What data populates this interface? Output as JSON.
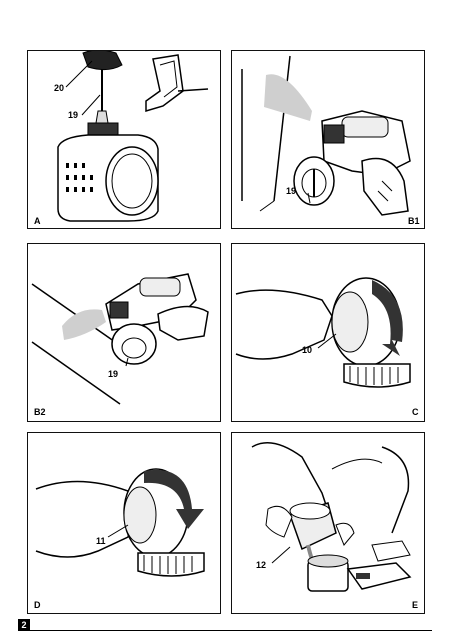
{
  "panels": {
    "a": {
      "label": "A",
      "callouts": [
        "20",
        "19"
      ]
    },
    "b1": {
      "label": "B1",
      "callouts": [
        "19"
      ]
    },
    "b2": {
      "label": "B2",
      "callouts": [
        "19"
      ]
    },
    "c": {
      "label": "C",
      "callouts": [
        "10"
      ]
    },
    "d": {
      "label": "D",
      "callouts": [
        "11"
      ]
    },
    "e": {
      "label": "E",
      "callouts": [
        "12"
      ]
    }
  },
  "page_number": "2"
}
